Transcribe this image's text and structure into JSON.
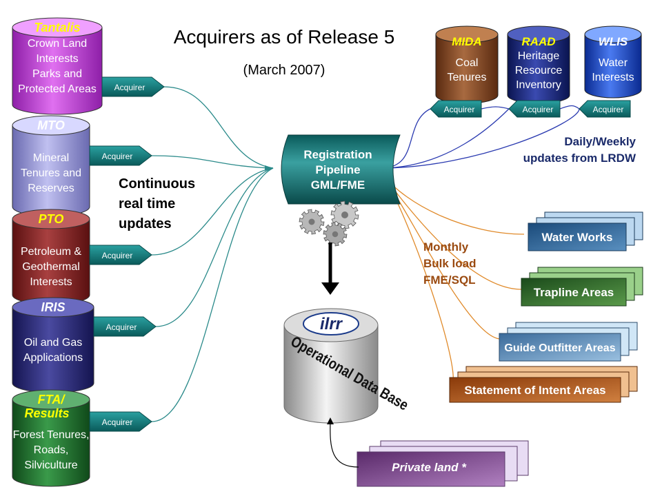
{
  "title": "Acquirers as of Release 5",
  "subtitle": "(March 2007)",
  "left_sources": [
    {
      "name": "Tantalis",
      "lines": [
        "Crown Land",
        "Interests",
        "Parks and",
        "Protected Areas"
      ],
      "color": "#c84fd8",
      "acquirer": "Acquirer"
    },
    {
      "name": "MTO",
      "lines": [
        "Mineral",
        "Tenures and",
        "Reserves"
      ],
      "color": "#9a9ad8",
      "acquirer": "Acquirer"
    },
    {
      "name": "PTO",
      "lines": [
        "Petroleum &",
        "Geothermal",
        "Interests"
      ],
      "color": "#8a2a2a",
      "acquirer": "Acquirer"
    },
    {
      "name": "IRIS",
      "lines": [
        "Oil and Gas",
        "Applications"
      ],
      "color": "#2a2a7a",
      "acquirer": "Acquirer"
    },
    {
      "name": "FTA/",
      "name2": "Results",
      "lines": [
        "Forest Tenures,",
        "Roads,",
        "Silviculture"
      ],
      "color": "#2a7a3a",
      "acquirer": "Acquirer"
    }
  ],
  "top_sources": [
    {
      "name": "MIDA",
      "lines": [
        "Coal",
        "Tenures"
      ],
      "color": "#8a4a2a",
      "acquirer": "Acquirer"
    },
    {
      "name": "RAAD",
      "lines": [
        "Heritage",
        "Resource",
        "Inventory"
      ],
      "color": "#1a2a8a",
      "acquirer": "Acquirer"
    },
    {
      "name": "WLIS",
      "lines": [
        "Water",
        "Interests"
      ],
      "color": "#1a4ad0",
      "acquirer": "Acquirer"
    }
  ],
  "continuous_label": [
    "Continuous",
    "real time",
    "updates"
  ],
  "daily_label": [
    "Daily/Weekly",
    "updates from LRDW"
  ],
  "monthly_label": [
    "Monthly",
    "Bulk load",
    "FME/SQL"
  ],
  "pipeline_label": [
    "Registration",
    "Pipeline",
    "GML/FME"
  ],
  "database": {
    "logo": "ilrr",
    "label": "Operational Data Base"
  },
  "bulk_datasets": [
    {
      "label": "Water Works",
      "color": "#2a5a8a"
    },
    {
      "label": "Trapline Areas",
      "color": "#2a5a2a"
    },
    {
      "label": "Guide Outfitter Areas",
      "color": "#3a6a9a"
    },
    {
      "label": "Statement of Intent Areas",
      "color": "#9a4a10"
    }
  ],
  "private_land": "Private land  *"
}
